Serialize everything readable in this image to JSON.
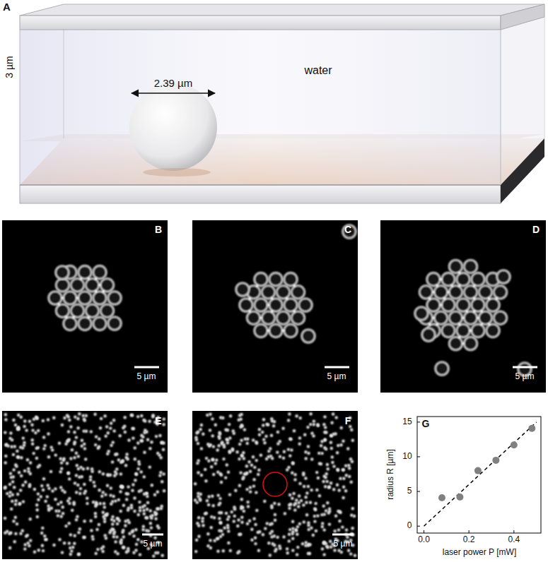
{
  "diagram": {
    "labels": [
      "3 µm",
      "2.39 µm",
      "water",
      "A",
      "B",
      "5 µm",
      "C",
      "5 µm",
      "D",
      "5 µm",
      "E",
      "5 µm",
      "F",
      "5 µm",
      "G",
      "radius R [µm]",
      "laser power P [mW]",
      "0",
      "5",
      "10",
      "15",
      "0.0",
      "0.2",
      "0.4"
    ]
  }
}
